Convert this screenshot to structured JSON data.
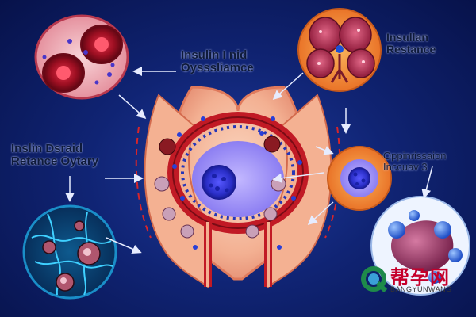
{
  "labels": {
    "top_center": "Insulin I nid\nOysssliamce",
    "top_right": "Insullan\nRestance",
    "left": "Inslin Dsraid\nRetance Oytary",
    "right": "Oppinrissaion\nInccuav 3"
  },
  "watermark": {
    "text": "帮孕网",
    "sub": "BANGYUNWANG"
  },
  "colors": {
    "background": "#0b1a5e",
    "organ_outer": "#f4b5a0",
    "tissue_red": "#c11a25",
    "nucleus_blue": "#3b3ee0",
    "arrow": "#e6ecff"
  }
}
